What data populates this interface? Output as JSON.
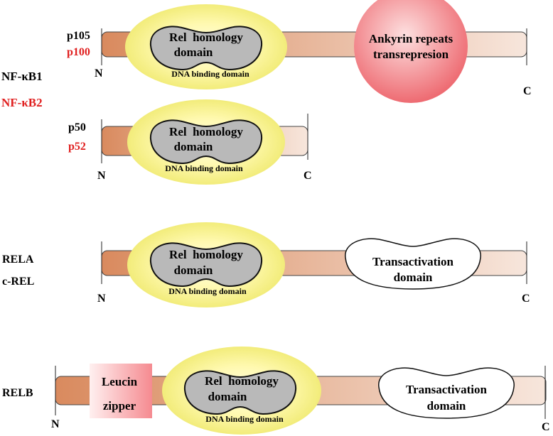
{
  "colors": {
    "bar_start": "#d98a5e",
    "bar_end": "#f7e6dc",
    "halo_inner": "#fffde0",
    "halo_outer": "#f2ec7a",
    "kidney": "#b9b9b9",
    "ankyrin_inner": "#fde0e0",
    "ankyrin_outer": "#ee6b72",
    "zipper_inner": "#fff0f0",
    "zipper_outer": "#f58a90",
    "red_label": "#e02020"
  },
  "labels": {
    "p105": "p105",
    "p100": "p100",
    "nfkb1": "NF-κB1",
    "nfkb2": "NF-κB2",
    "p50": "p50",
    "p52": "p52",
    "rela": "RELA",
    "crel": "c-REL",
    "relb": "RELB"
  },
  "domains": {
    "rel_line1": "Rel  homology",
    "rel_line2": "domain",
    "dna_binding": "DNA binding domain",
    "ankyrin_line1": "Ankyrin repeats",
    "ankyrin_line2": "transrepresion",
    "transact_line1": "Transactivation",
    "transact_line2": "domain",
    "leucin_line1": "Leucin",
    "leucin_line2": "zipper"
  },
  "termini": {
    "n": "N",
    "c": "C"
  }
}
